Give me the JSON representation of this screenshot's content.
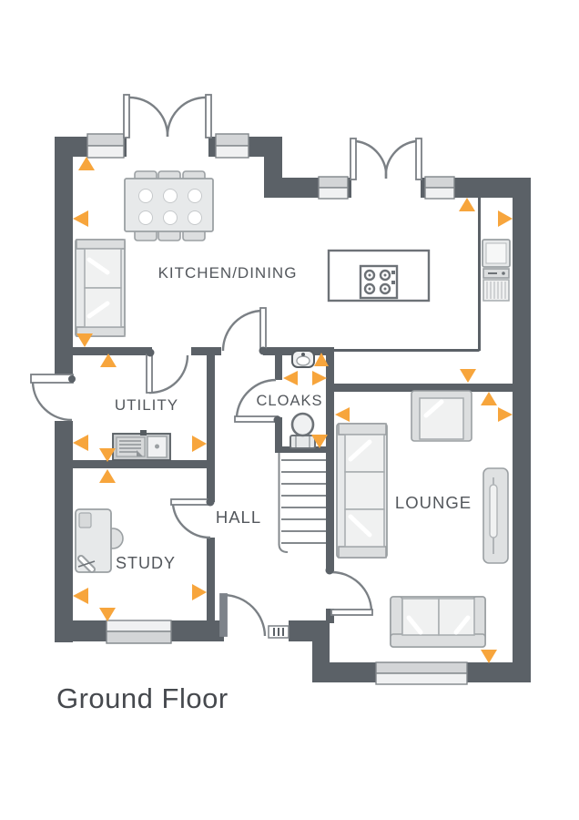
{
  "title": "Ground Floor",
  "rooms": [
    {
      "name": "kitchen-dining",
      "label": "KITCHEN/DINING"
    },
    {
      "name": "utility",
      "label": "UTILITY"
    },
    {
      "name": "cloaks",
      "label": "CLOAKS"
    },
    {
      "name": "hall",
      "label": "HALL"
    },
    {
      "name": "study",
      "label": "STUDY"
    },
    {
      "name": "lounge",
      "label": "LOUNGE"
    }
  ],
  "legend": {
    "marker_meaning": "measurement-point-arrow"
  },
  "colors": {
    "wall": "#5b6167",
    "door_line": "#7b8085",
    "door_leaf_dark": "#7d838a",
    "furn_fill": "#e7e9ea",
    "furn_stroke": "#9ba0a3",
    "cushion": "#f0f1f1",
    "cushion_stroke": "#a6abae",
    "win_gray": "#d3d5d7",
    "win_white": "#f0f1f2",
    "win_stroke": "#81868a",
    "accent": "#f7a53c",
    "text": "#53575c",
    "title": "#46494e",
    "tread": "#84898d"
  }
}
